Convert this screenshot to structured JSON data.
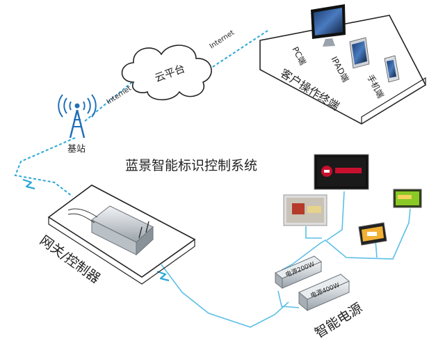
{
  "title": "蓝景智能标识控制系统",
  "cloud_label": "云平台",
  "base_station_label": "基站",
  "internet_left": "Internet",
  "internet_right": "Internet",
  "client_terminal": {
    "title": "客户操作终端",
    "pc": "PC端",
    "ipad": "IPAD端",
    "phone": "手机端"
  },
  "gateway_label": "网关/控制器",
  "power_label": "智能电源",
  "psu_200": "电源200W",
  "psu_400": "电源400W",
  "colors": {
    "link_dashed": "#2aa7d8",
    "link_solid": "#5bbfe6",
    "platform_edge": "#222222",
    "title": "#222222"
  }
}
